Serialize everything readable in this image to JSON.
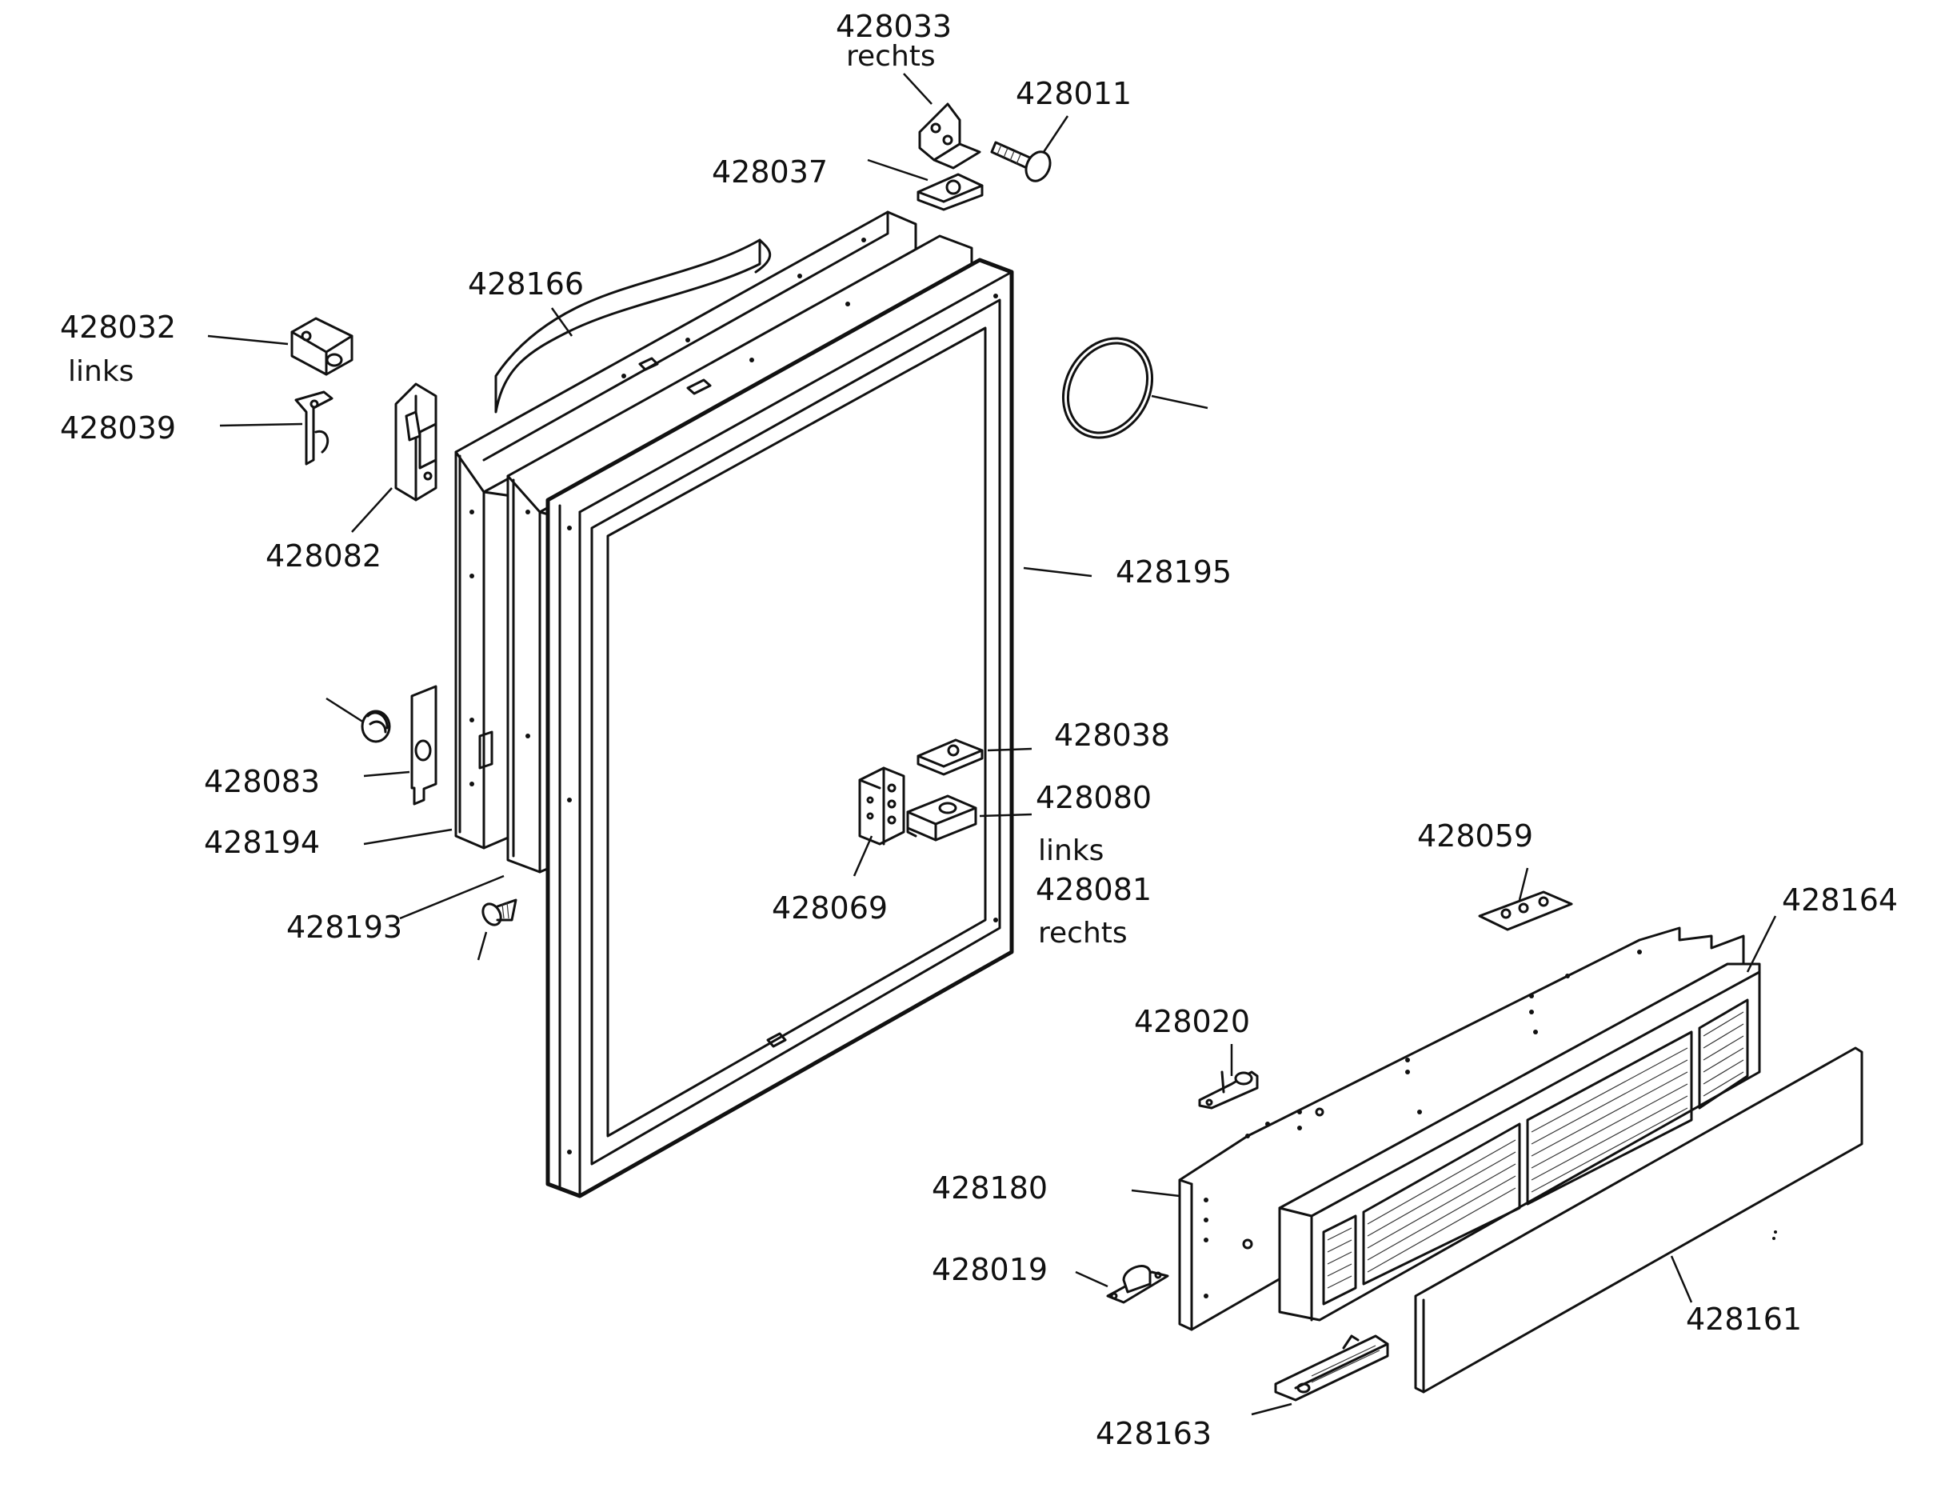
{
  "labels": {
    "p428033": "428033",
    "p428033_note": "rechts",
    "p428011": "428011",
    "p428037": "428037",
    "p428166": "428166",
    "p428032": "428032",
    "p428032_note": "links",
    "p428039": "428039",
    "p428082": "428082",
    "p428195": "428195",
    "p428038": "428038",
    "p428080": "428080",
    "p428080_note": "links",
    "p428081": "428081",
    "p428081_note": "rechts",
    "p428083": "428083",
    "p428194": "428194",
    "p428193": "428193",
    "p428069": "428069",
    "p428059": "428059",
    "p428164": "428164",
    "p428020": "428020",
    "p428180": "428180",
    "p428019": "428019",
    "p428161": "428161",
    "p428163": "428163"
  }
}
